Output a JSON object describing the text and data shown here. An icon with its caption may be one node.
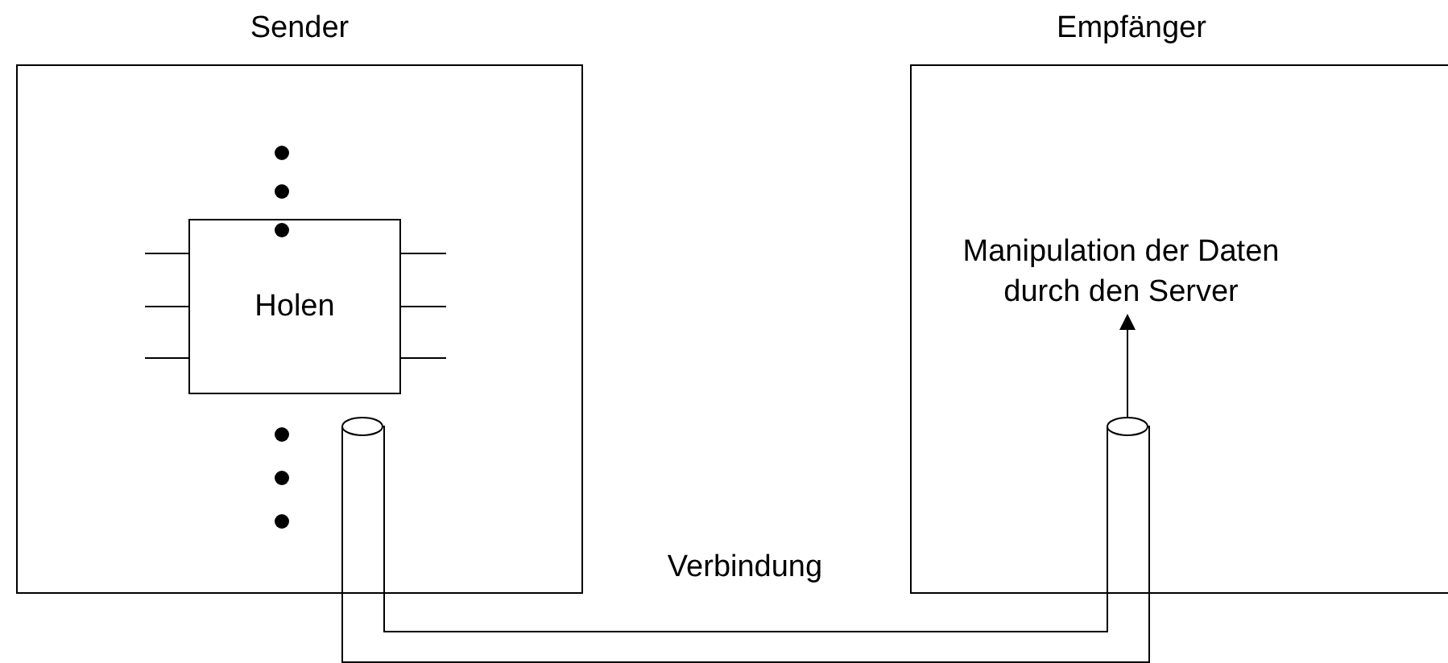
{
  "diagram": {
    "nodes": [
      {
        "text": [
          "Sender"
        ]
      },
      {
        "text": [
          "Empfänger"
        ]
      },
      {
        "text": [
          "Holen"
        ],
        "in": 0
      },
      {
        "text": [],
        "shape": "cylinder",
        "in": 0
      },
      {
        "text": [],
        "shape": "cylinder",
        "in": 1
      },
      {
        "text": [
          "Manipulation der Daten durch den Server"
        ],
        "in": 1
      }
    ],
    "edges": [
      {
        "from": 3,
        "to": 4,
        "arrow": "none",
        "label": "Verbindung"
      },
      {
        "from": 4,
        "to": 5,
        "arrow": "to"
      }
    ]
  }
}
